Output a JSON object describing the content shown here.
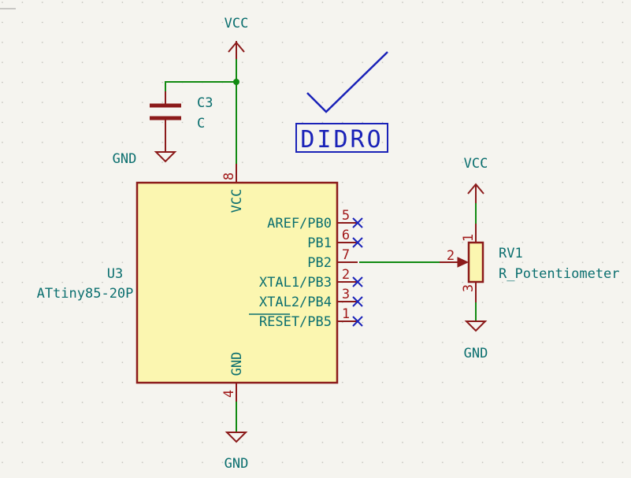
{
  "colors": {
    "background": "#f5f4ef",
    "wire": "#118a11",
    "component_outline": "#8b1a1a",
    "component_fill": "#fbf6b0",
    "text": "#0b6f6f",
    "pin_number": "#a01818",
    "no_connect": "#1a22b8",
    "annotation": "#1a22b8"
  },
  "power": {
    "vcc_top": "VCC",
    "gnd_cap": "GND",
    "gnd_bottom": "GND",
    "vcc_pot": "VCC",
    "gnd_pot": "GND"
  },
  "capacitor": {
    "ref": "C3",
    "value": "C"
  },
  "mcu": {
    "ref": "U3",
    "value": "ATtiny85-20P",
    "vcc_pin_name": "VCC",
    "vcc_pin_number": "8",
    "gnd_pin_name": "GND",
    "gnd_pin_number": "4",
    "pins": [
      {
        "name": "AREF/PB0",
        "number": "5",
        "no_connect": true
      },
      {
        "name": "PB1",
        "number": "6",
        "no_connect": true
      },
      {
        "name": "PB2",
        "number": "7",
        "no_connect": false
      },
      {
        "name": "XTAL1/PB3",
        "number": "2",
        "no_connect": true
      },
      {
        "name": "XTAL2/PB4",
        "number": "3",
        "no_connect": true
      },
      {
        "name": "RESET/PB5",
        "number": "1",
        "no_connect": true
      }
    ]
  },
  "potentiometer": {
    "ref": "RV1",
    "value": "R_Potentiometer",
    "wiper_pin": "2",
    "top_pin": "1",
    "bottom_pin": "3"
  },
  "annotation": {
    "text": "DIDRO"
  }
}
